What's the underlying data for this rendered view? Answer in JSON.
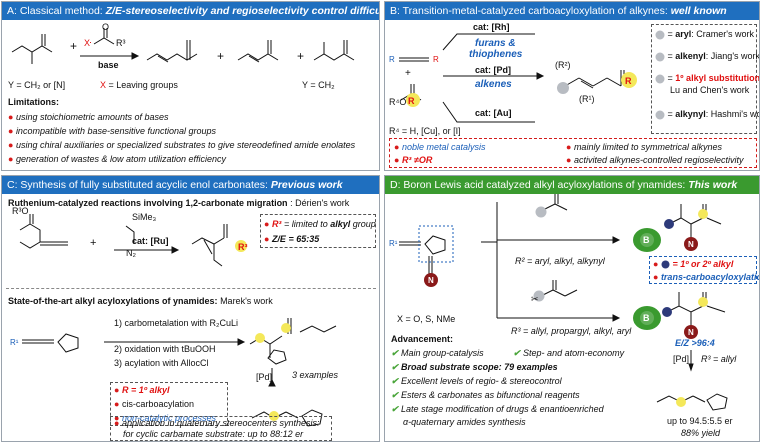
{
  "colors": {
    "header_blue": "#1f6fbf",
    "header_green": "#3a9a2f",
    "red": "#e01010",
    "blue": "#1b5fb8",
    "yellow": "#f4e85a",
    "navy": "#2d3a7a",
    "dark_red": "#8a1a1a"
  },
  "panelA": {
    "header_prefix": "A: Classical method: ",
    "header_bold": "Z/E-stereoselectivity and regioselectivity control difficult",
    "reagent_x": "X",
    "reagent_o": "O",
    "reagent_r3": "R³",
    "base": "base",
    "y_left": "Y = CH₂ or [N]",
    "x_note_red": "X",
    "x_note": " = Leaving groups",
    "y_right": "Y = CH₂",
    "limitations_title": "Limitations:",
    "limitations": [
      "using stoichiometric amounts of bases",
      "incompatible with base-sensitive functional groups",
      "using chiral auxiliaries or specialized substrates to give stereodefined amide enolates",
      "generation of wastes & low atom utilization efficiency"
    ]
  },
  "panelB": {
    "header_prefix": "B: Transition-metal-catalyzed carboacyloxylation of alkynes: ",
    "header_bold": "well known",
    "cat_rh": "cat: [Rh]",
    "furans": "furans &",
    "thiophenes": "thiophenes",
    "cat_pd": "cat: [Pd]",
    "alkenes": "alkenes",
    "cat_au": "cat: [Au]",
    "r4_note": "R⁴ = H, [Cu], or [I]",
    "product_r2": "(R²)",
    "product_r1": "(R¹)",
    "right_list": [
      {
        "prefix": " = ",
        "bold": "aryl",
        ":": "",
        "suffix": ": Cramer's work"
      },
      {
        "prefix": " = ",
        "bold": "alkenyl",
        "suffix": ": Jiang's work"
      },
      {
        "prefix": " = ",
        "bold": "1º alkyl substitution",
        "suffix": ":"
      },
      {
        "prefix": "",
        "bold": "",
        "suffix": "Lu and Chen's work"
      },
      {
        "prefix": " = ",
        "bold": "alkynyl",
        "suffix": ": Hashmi's work"
      }
    ],
    "notes": [
      "noble metal catalysis",
      "mainly limited to symmetrical alkynes",
      "R³ ≠OR",
      "activited alkynes-controlled regioselectivity"
    ]
  },
  "panelC": {
    "header_prefix": "C: Synthesis of fully substituted acyclic enol carbonates: ",
    "header_bold": "Previous work",
    "ru_title": "Ruthenium-catalyzed reactions involving 1,2-carbonate migration",
    "ru_author": " : Dérien's work",
    "sime3": "SiMe₃",
    "n2": "N₂",
    "cat_ru": "cat: [Ru]",
    "r3_note_a": "R³",
    "r3_note_b": " = limited to ",
    "r3_note_c": "alkyl",
    "r3_note_d": " group",
    "ze_note": "Z/E = 65:35",
    "ynamide_title": "State-of-the-art alkyl acyloxylations of ynamides: ",
    "ynamide_author": "Marek's work",
    "step1": "1) carbometalation with R₂CuLi",
    "step2": "2) oxidation with tBuOOH",
    "step3": "3) acylation with AllocCl",
    "examples": "3 examples",
    "pd": "[Pd]",
    "r_list": [
      "R = 1º alkyl",
      "cis-carboacylation",
      "non-catalytic processes"
    ],
    "app1": "application in quaternary stereocenters synthesis:",
    "app2": "for cyclic carbamate substrate: up to 88:12 er"
  },
  "panelD": {
    "header_prefix": "D: Boron Lewis acid catalyzed alkyl acyloxylations of ynamides: ",
    "header_bold": "This work",
    "x_def": "X = O, S, NMe",
    "r2_def": "R² = aryl, alkyl, alkynyl",
    "r3_def": "R³ = allyl, propargyl, alkyl, aryl",
    "r1_note": "= 1º or 2º alkyl",
    "trans_note": "trans-carboacyloxylation",
    "ez": "E/Z >96:4",
    "pd": "[Pd]",
    "r3_allyl": "R³ = allyl",
    "adv_title": "Advancement:",
    "adv": [
      "Main group-catalysis",
      "Step- and atom-economy",
      "Broad substrate scope: 79 examples",
      "Excellent levels of regio- & stereocontrol",
      "Esters & carbonates as bifunctional reagents",
      "Late stage modification of drugs & enantioenriched",
      "α-quaternary amides synthesis"
    ],
    "er": "up to 94.5:5.5 er",
    "yield": "88% yield",
    "catalyst": "B"
  }
}
